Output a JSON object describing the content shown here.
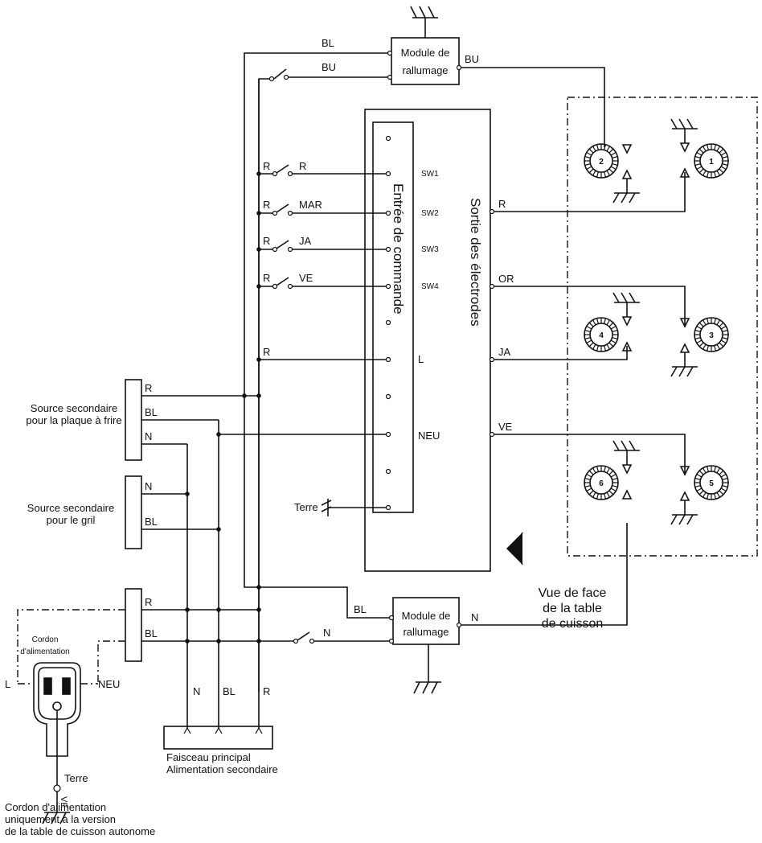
{
  "ignition_module_label": "Module de rallumage",
  "control_input_label": "Entrée de commande",
  "electrode_output_label": "Sortie des électrodes",
  "ground_label": "Terre",
  "front_view_label": "Vue de face de la table de cuisson",
  "griddle_source_label": "Source secondaire pour la plaque à frire",
  "grill_source_label": "Source secondaire pour le gril",
  "power_cord_label": "Cordon d'alimentation",
  "main_harness_label": "Faisceau principal Alimentation secondaire",
  "standalone_note": "Cordon d'alimentation uniquement à la version de la table de cuisson autonome",
  "pins": {
    "sw1": "SW1",
    "sw2": "SW2",
    "sw3": "SW3",
    "sw4": "SW4",
    "l": "L",
    "neu": "NEU"
  },
  "wires": {
    "bl": "BL",
    "bu": "BU",
    "r": "R",
    "mar": "MAR",
    "ja": "JA",
    "ve": "VE",
    "or": "OR",
    "n": "N",
    "l": "L",
    "neu": "NEU"
  },
  "burners": [
    "1",
    "2",
    "3",
    "4",
    "5",
    "6"
  ]
}
